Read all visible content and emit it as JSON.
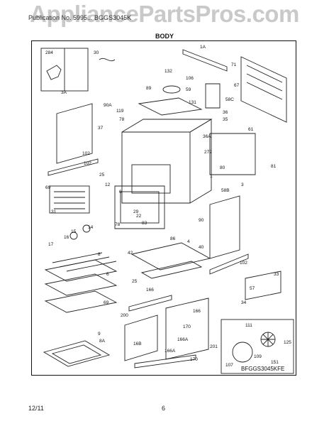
{
  "watermark": "AppliancePartsPros.com",
  "header": "Publication No. 5995... BGGS3045K",
  "title": "BODY",
  "model_code": "BFGGS3045KFE",
  "footer": {
    "date": "12/11",
    "page": "6"
  },
  "callouts": [
    {
      "text": "284"
    },
    {
      "text": "30"
    },
    {
      "text": "1A"
    },
    {
      "text": "71"
    },
    {
      "text": "132"
    },
    {
      "text": "106"
    },
    {
      "text": "89"
    },
    {
      "text": "59"
    },
    {
      "text": "67"
    },
    {
      "text": "58C"
    },
    {
      "text": "3A"
    },
    {
      "text": "90A"
    },
    {
      "text": "119"
    },
    {
      "text": "131"
    },
    {
      "text": "78"
    },
    {
      "text": "36"
    },
    {
      "text": "35"
    },
    {
      "text": "61"
    },
    {
      "text": "37"
    },
    {
      "text": "36A"
    },
    {
      "text": "272"
    },
    {
      "text": "102"
    },
    {
      "text": "81"
    },
    {
      "text": "25"
    },
    {
      "text": "80"
    },
    {
      "text": "1"
    },
    {
      "text": "102"
    },
    {
      "text": "58B"
    },
    {
      "text": "3"
    },
    {
      "text": "12"
    },
    {
      "text": "69"
    },
    {
      "text": "31"
    },
    {
      "text": "6"
    },
    {
      "text": "29"
    },
    {
      "text": "22"
    },
    {
      "text": "78"
    },
    {
      "text": "83"
    },
    {
      "text": "14"
    },
    {
      "text": "15"
    },
    {
      "text": "16"
    },
    {
      "text": "86"
    },
    {
      "text": "90"
    },
    {
      "text": "17"
    },
    {
      "text": "4"
    },
    {
      "text": "42"
    },
    {
      "text": "40"
    },
    {
      "text": "8"
    },
    {
      "text": "102"
    },
    {
      "text": "6"
    },
    {
      "text": "25"
    },
    {
      "text": "33"
    },
    {
      "text": "57"
    },
    {
      "text": "69"
    },
    {
      "text": "166"
    },
    {
      "text": "34"
    },
    {
      "text": "200"
    },
    {
      "text": "16B"
    },
    {
      "text": "111"
    },
    {
      "text": "9"
    },
    {
      "text": "8A"
    },
    {
      "text": "170"
    },
    {
      "text": "166A"
    },
    {
      "text": "201"
    },
    {
      "text": "109"
    },
    {
      "text": "125"
    },
    {
      "text": "166A"
    },
    {
      "text": "170"
    },
    {
      "text": "151"
    },
    {
      "text": "107"
    },
    {
      "text": "166"
    }
  ]
}
